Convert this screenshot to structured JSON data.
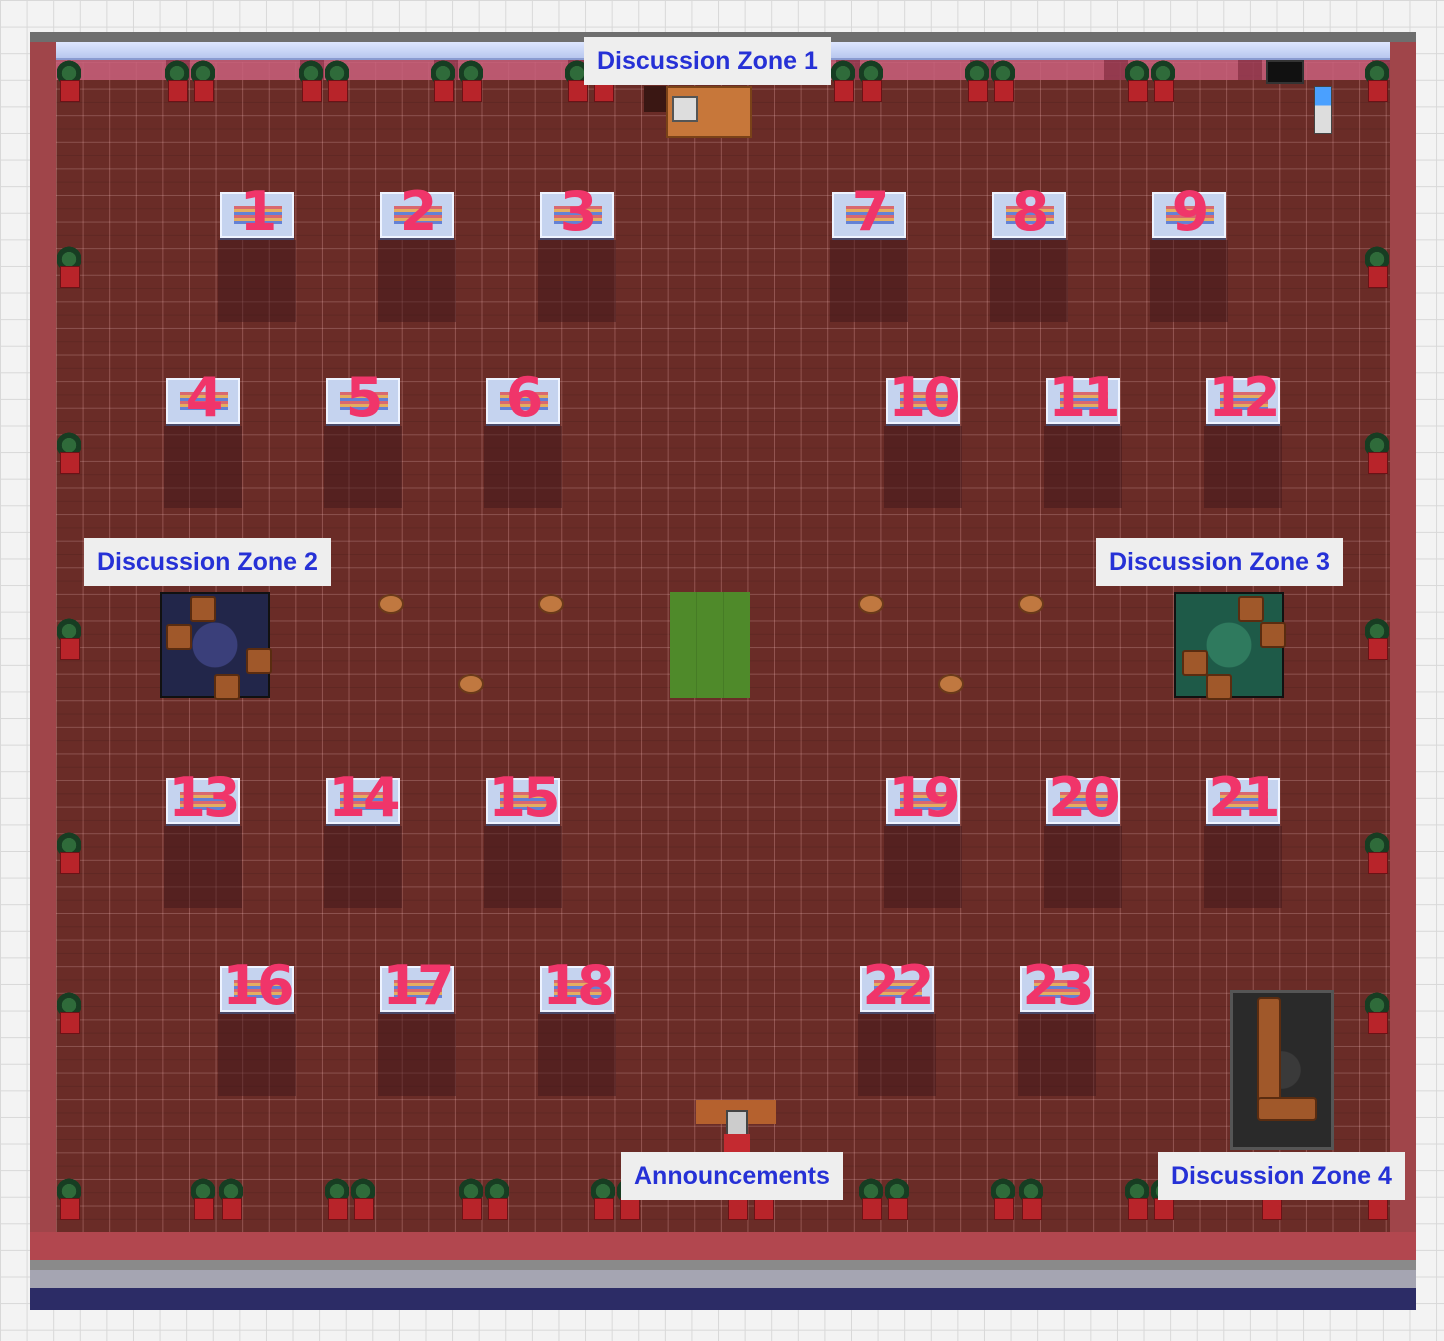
{
  "zones": {
    "zone1": "Discussion Zone 1",
    "zone2": "Discussion Zone 2",
    "zone3": "Discussion Zone 3",
    "zone4": "Discussion Zone 4",
    "announcements": "Announcements"
  },
  "desks": [
    "1",
    "2",
    "3",
    "4",
    "5",
    "6",
    "7",
    "8",
    "9",
    "10",
    "11",
    "12",
    "13",
    "14",
    "15",
    "16",
    "17",
    "18",
    "19",
    "20",
    "21",
    "22",
    "23"
  ],
  "colors": {
    "label_text": "#2631d6",
    "desk_number": "#f0356a",
    "floor": "#6a2c27",
    "wall": "#a0454a",
    "zone3_rug": "#1e5a48",
    "zone2_rug": "#2c2f5a",
    "center_rug": "#4f8a2a"
  }
}
